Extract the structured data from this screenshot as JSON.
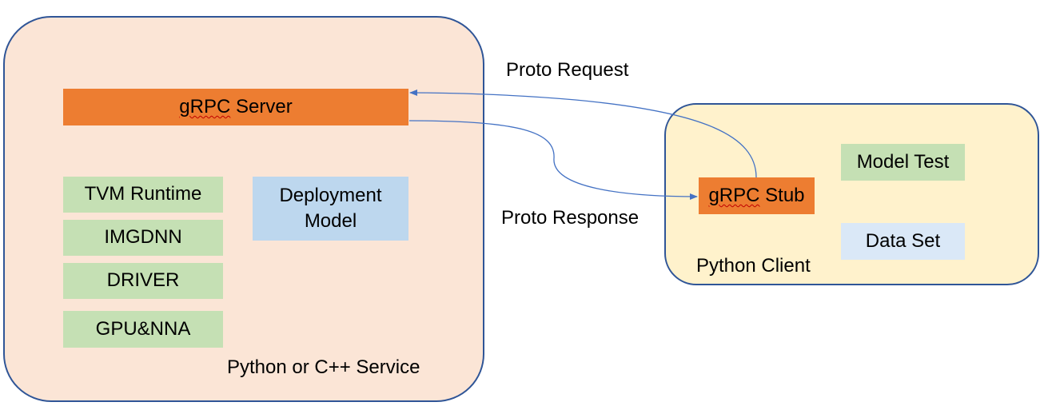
{
  "server": {
    "label": "Python or C++ Service",
    "grpc_server": {
      "prefix": "gRPC",
      "suffix": " Server"
    },
    "components": [
      "TVM Runtime",
      "IMGDNN",
      "DRIVER",
      "GPU&NNA"
    ],
    "deployment_model": [
      "Deployment",
      "Model"
    ]
  },
  "client": {
    "label": "Python Client",
    "grpc_stub": {
      "prefix": "gRPC",
      "suffix": " Stub"
    },
    "model_test": "Model Test",
    "data_set": "Data Set"
  },
  "edges": {
    "request": "Proto Request",
    "response": "Proto Response"
  },
  "colors": {
    "border": "#2f5597",
    "server_bg": "#fbe5d6",
    "client_bg": "#fff2cc",
    "orange": "#ed7d31",
    "green": "#c5e0b4",
    "blue": "#bdd7ee",
    "arrow": "#4472c4"
  }
}
